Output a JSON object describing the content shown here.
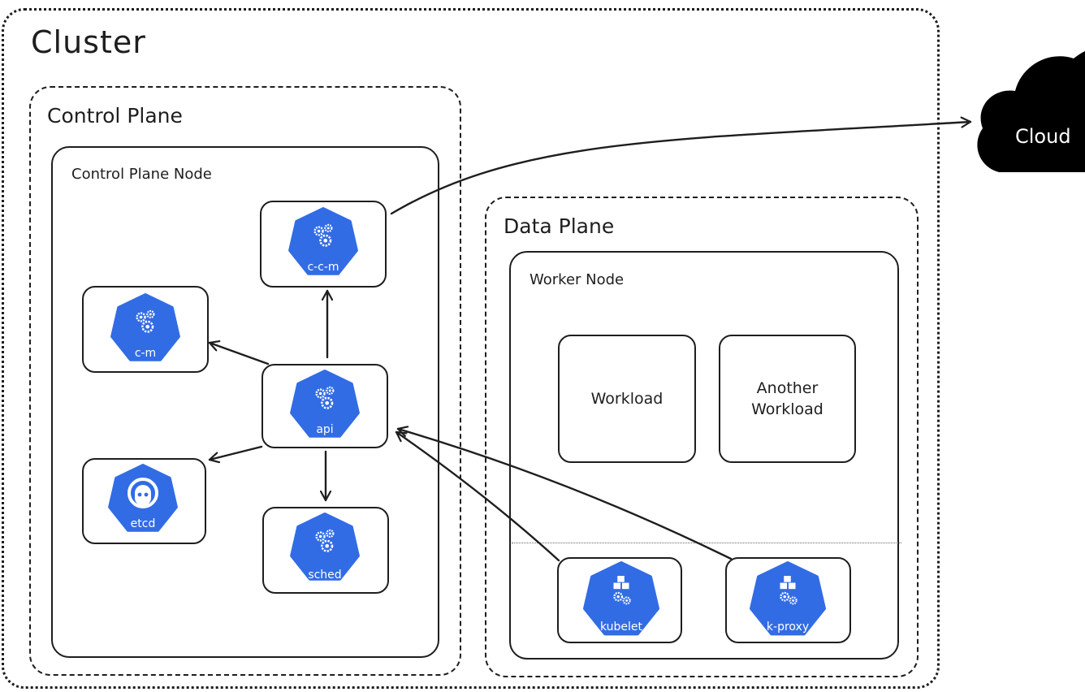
{
  "cluster": {
    "label": "Cluster"
  },
  "control_plane": {
    "label": "Control Plane",
    "node_label": "Control Plane Node",
    "components": {
      "ccm": "c-c-m",
      "cm": "c-m",
      "api": "api",
      "etcd": "etcd",
      "sched": "sched"
    }
  },
  "data_plane": {
    "label": "Data Plane",
    "node_label": "Worker Node",
    "workloads": {
      "first": "Workload",
      "second_line1": "Another",
      "second_line2": "Workload"
    },
    "components": {
      "kubelet": "kubelet",
      "kproxy": "k-proxy"
    }
  },
  "cloud": {
    "label": "Cloud"
  },
  "colors": {
    "k8s_blue": "#326CE5",
    "stroke": "#1E1E1E",
    "cloud_fill": "#000000"
  },
  "icons": {
    "ccm": "kubernetes-gears-icon",
    "cm": "kubernetes-gears-icon",
    "api": "kubernetes-gears-icon",
    "etcd": "kubernetes-etcd-icon",
    "sched": "kubernetes-gears-icon",
    "kubelet": "kubernetes-cubes-gears-icon",
    "kproxy": "kubernetes-cubes-gears-icon",
    "cloud": "cloud-icon"
  }
}
